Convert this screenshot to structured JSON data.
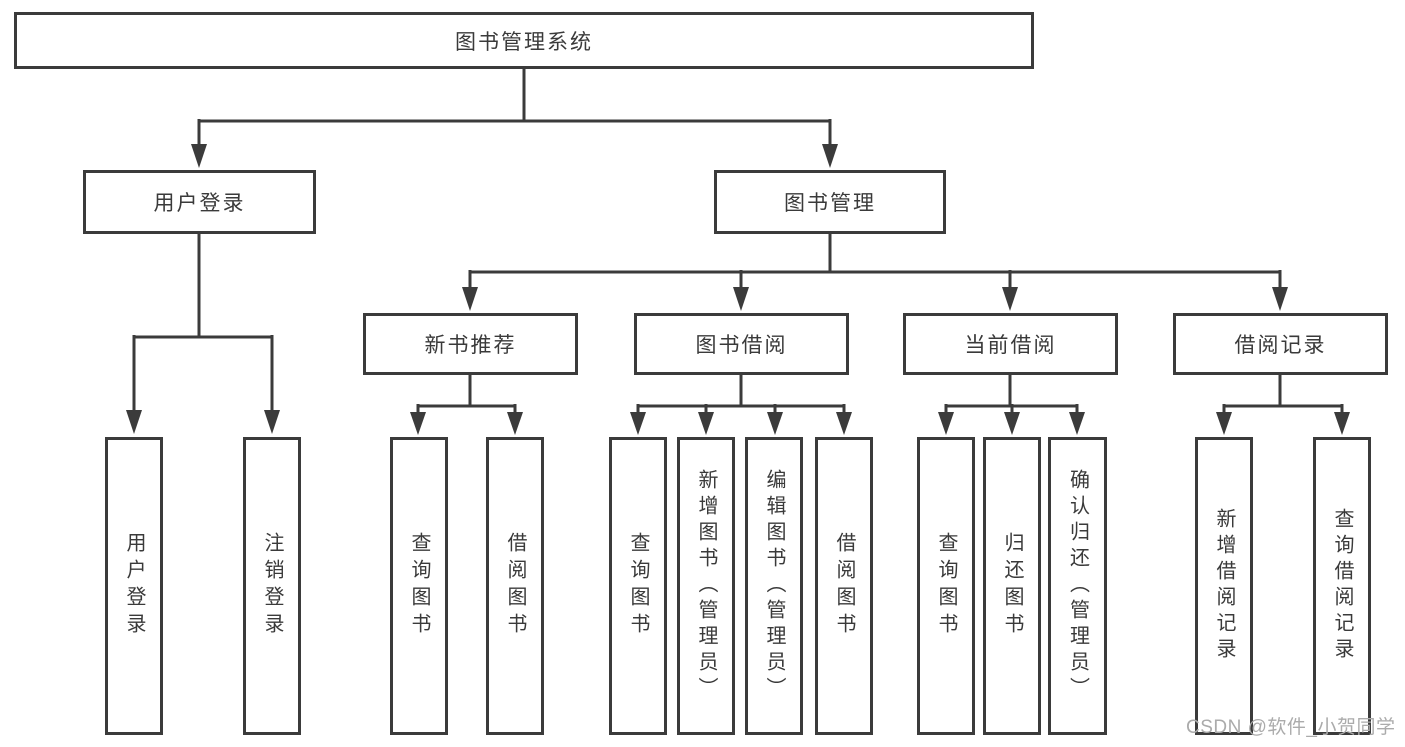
{
  "diagram": {
    "root": {
      "label": "图书管理系统",
      "children": [
        {
          "label": "用户登录",
          "children": [
            {
              "label": "用户登录"
            },
            {
              "label": "注销登录"
            }
          ]
        },
        {
          "label": "图书管理",
          "children": [
            {
              "label": "新书推荐",
              "children": [
                {
                  "label": "查询图书"
                },
                {
                  "label": "借阅图书"
                }
              ]
            },
            {
              "label": "图书借阅",
              "children": [
                {
                  "label": "查询图书"
                },
                {
                  "label": "新增图书（管理员）"
                },
                {
                  "label": "编辑图书（管理员）"
                },
                {
                  "label": "借阅图书"
                }
              ]
            },
            {
              "label": "当前借阅",
              "children": [
                {
                  "label": "查询图书"
                },
                {
                  "label": "归还图书"
                },
                {
                  "label": "确认归还（管理员）"
                }
              ]
            },
            {
              "label": "借阅记录",
              "children": [
                {
                  "label": "新增借阅记录"
                },
                {
                  "label": "查询借阅记录"
                }
              ]
            }
          ]
        }
      ]
    },
    "colors": {
      "line": "#3b3b3b",
      "box_border": "#3b3b3b",
      "text": "#3a3a3a",
      "watermark": "#ababab"
    }
  },
  "watermark": {
    "text": "CSDN @软件_小贺同学"
  }
}
